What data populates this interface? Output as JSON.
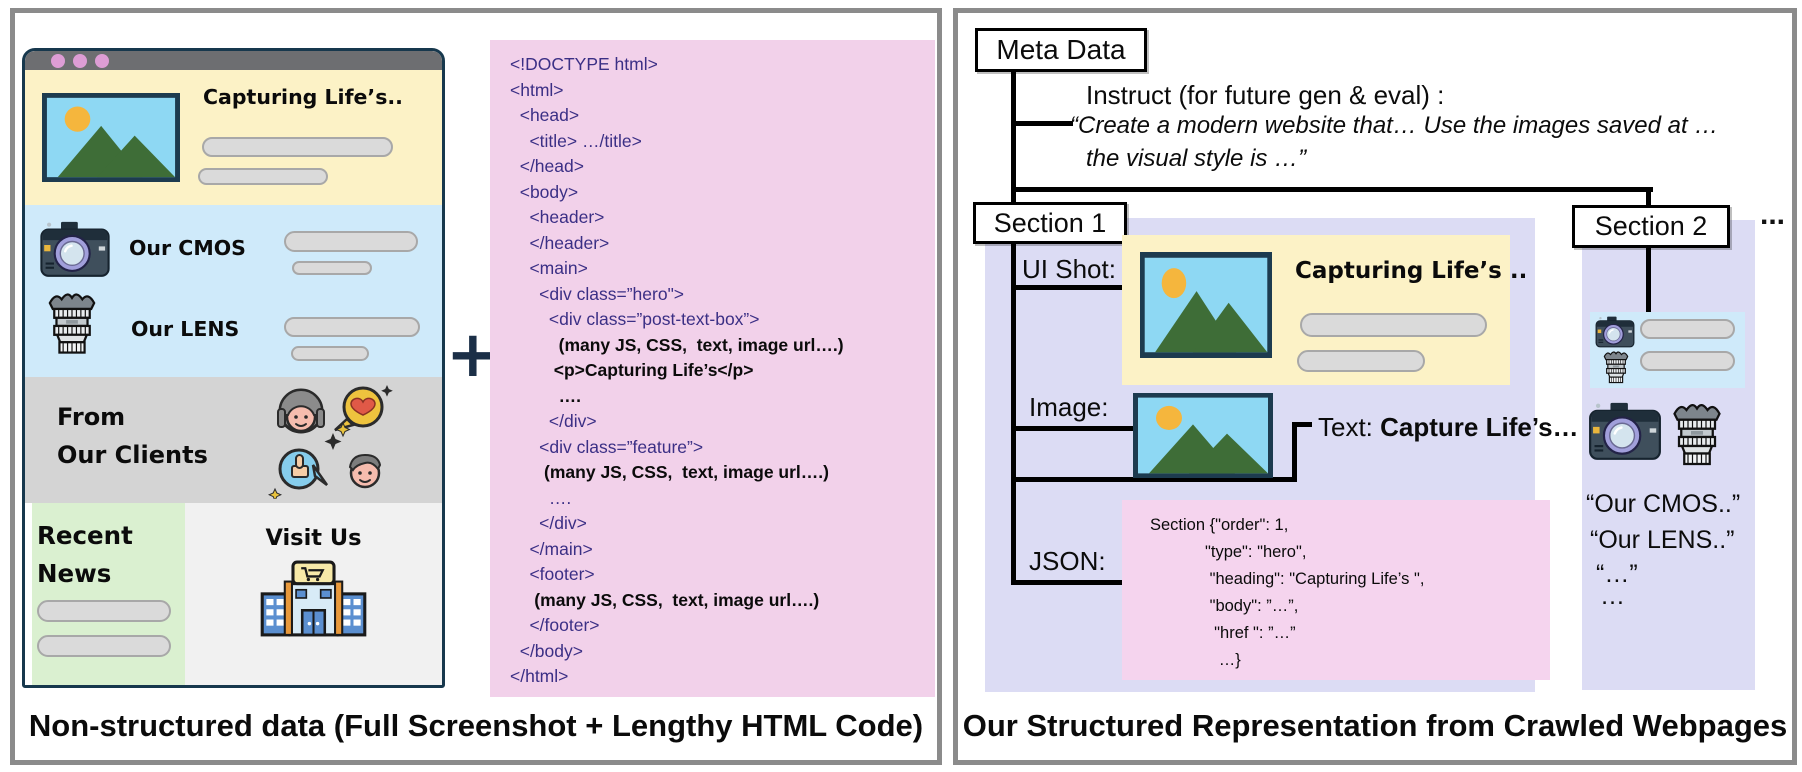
{
  "left_panel": {
    "caption": "Non-structured data (Full Screenshot + Lengthy HTML Code)",
    "plus": "+",
    "browser": {
      "hero_title": "Capturing Life’s..",
      "cmos_label": "Our CMOS",
      "lens_label": "Our LENS",
      "clients_line1": "From",
      "clients_line2": "Our Clients",
      "news_line1": "Recent",
      "news_line2": "News",
      "visit_label": "Visit Us"
    },
    "code": {
      "lines": [
        "<!DOCTYPE html>",
        "<html>",
        "  <head>",
        "    <title> …/title>",
        "  </head>",
        "  <body>",
        "    <header>",
        "    </header>",
        "    <main>",
        "      <div class=”hero\">",
        "        <div class=”post-text-box”>",
        "          (many JS, CSS,  text, image url….)",
        "         <p>Capturing Life’s</p>",
        "          ….",
        "        </div>",
        "      <div class=”feature”>",
        "       (many JS, CSS,  text, image url….)",
        "        ….",
        "      </div>",
        "    </main>",
        "    <footer>",
        "     (many JS, CSS,  text, image url….)",
        "    </footer>",
        "  </body>",
        "</html>"
      ]
    }
  },
  "right_panel": {
    "caption": "Our Structured Representation from Crawled Webpages",
    "meta_box": "Meta Data",
    "instruct_label": "Instruct (for future gen & eval) :",
    "instruct_quote_line1": "“Create a modern website that… Use the images saved at …",
    "instruct_quote_line2": "the visual style is …”",
    "section1": {
      "box": "Section 1",
      "ui_shot_label": "UI Shot:",
      "ui_shot_title": "Capturing Life’s ..",
      "image_label": "Image:",
      "text_label": "Text: ",
      "text_value": "Capture Life’s…",
      "json_label": "JSON:",
      "json_lines": [
        "Section {\"order\": 1,",
        "            \"type\": \"hero\",",
        "             \"heading\": \"Capturing Life’s \",",
        "             \"body\": ”…”,",
        "              \"href \": ”…”",
        "               …}"
      ]
    },
    "section2": {
      "box": "Section 2",
      "after_dots": "...",
      "quote1": "“Our CMOS..”",
      "quote2": "“Our LENS..”",
      "quote3": "“…”",
      "quote4": "…"
    }
  }
}
